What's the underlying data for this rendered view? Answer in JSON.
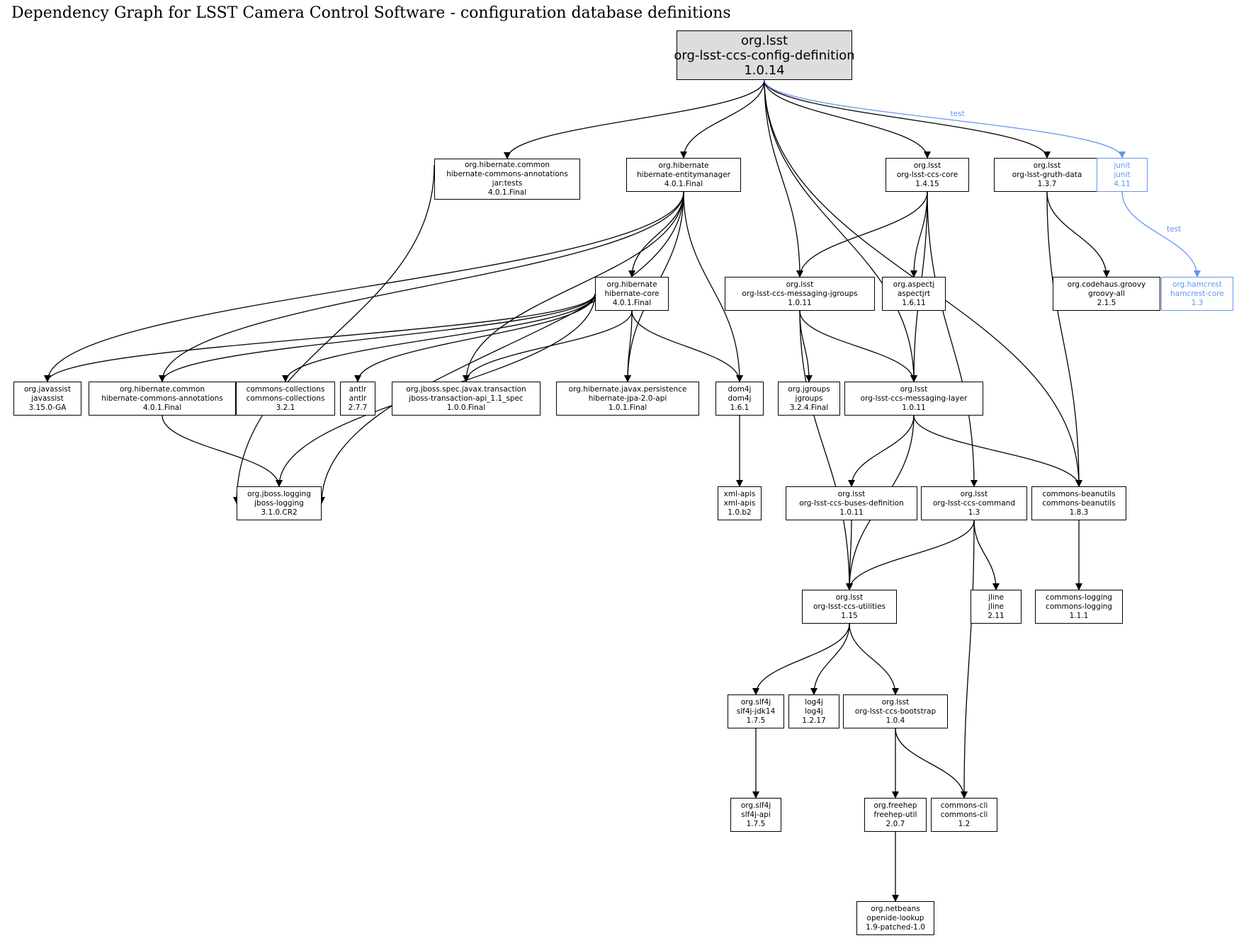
{
  "title": "Dependency Graph for LSST Camera Control Software - configuration database definitions",
  "colors": {
    "edge": "#000000",
    "test_edge": "#6495ed",
    "root_fill": "#dddddd",
    "node_fill": "#ffffff"
  },
  "nodes": [
    {
      "id": "root",
      "group": "org.lsst",
      "artifact": "org-lsst-ccs-config-definition",
      "version": "1.0.14",
      "kind": "root"
    },
    {
      "id": "hca_tests",
      "group": "org.hibernate.common",
      "artifact": "hibernate-commons-annotations",
      "classifier": "jar:tests",
      "version": "4.0.1.Final"
    },
    {
      "id": "hem",
      "group": "org.hibernate",
      "artifact": "hibernate-entitymanager",
      "version": "4.0.1.Final"
    },
    {
      "id": "ccs_core",
      "group": "org.lsst",
      "artifact": "org-lsst-ccs-core",
      "version": "1.4.15"
    },
    {
      "id": "gruth",
      "group": "org.lsst",
      "artifact": "org-lsst-gruth-data",
      "version": "1.3.7"
    },
    {
      "id": "junit",
      "group": "junit",
      "artifact": "junit",
      "version": "4.11",
      "kind": "test"
    },
    {
      "id": "hcore",
      "group": "org.hibernate",
      "artifact": "hibernate-core",
      "version": "4.0.1.Final"
    },
    {
      "id": "msg_jgroups",
      "group": "org.lsst",
      "artifact": "org-lsst-ccs-messaging-jgroups",
      "version": "1.0.11"
    },
    {
      "id": "aspectj",
      "group": "org.aspectj",
      "artifact": "aspectjrt",
      "version": "1.6.11"
    },
    {
      "id": "groovy",
      "group": "org.codehaus.groovy",
      "artifact": "groovy-all",
      "version": "2.1.5"
    },
    {
      "id": "hamcrest",
      "group": "org.hamcrest",
      "artifact": "hamcrest-core",
      "version": "1.3",
      "kind": "test"
    },
    {
      "id": "javassist",
      "group": "org.javassist",
      "artifact": "javassist",
      "version": "3.15.0-GA"
    },
    {
      "id": "hca",
      "group": "org.hibernate.common",
      "artifact": "hibernate-commons-annotations",
      "version": "4.0.1.Final"
    },
    {
      "id": "ccoll",
      "group": "commons-collections",
      "artifact": "commons-collections",
      "version": "3.2.1"
    },
    {
      "id": "antlr",
      "group": "antlr",
      "artifact": "antlr",
      "version": "2.7.7"
    },
    {
      "id": "jta",
      "group": "org.jboss.spec.javax.transaction",
      "artifact": "jboss-transaction-api_1.1_spec",
      "version": "1.0.0.Final"
    },
    {
      "id": "jpa",
      "group": "org.hibernate.javax.persistence",
      "artifact": "hibernate-jpa-2.0-api",
      "version": "1.0.1.Final"
    },
    {
      "id": "dom4j",
      "group": "dom4j",
      "artifact": "dom4j",
      "version": "1.6.1"
    },
    {
      "id": "jgroups",
      "group": "org.jgroups",
      "artifact": "jgroups",
      "version": "3.2.4.Final"
    },
    {
      "id": "msg_layer",
      "group": "org.lsst",
      "artifact": "org-lsst-ccs-messaging-layer",
      "version": "1.0.11"
    },
    {
      "id": "jblog",
      "group": "org.jboss.logging",
      "artifact": "jboss-logging",
      "version": "3.1.0.CR2"
    },
    {
      "id": "xmlapis",
      "group": "xml-apis",
      "artifact": "xml-apis",
      "version": "1.0.b2"
    },
    {
      "id": "buses",
      "group": "org.lsst",
      "artifact": "org-lsst-ccs-buses-definition",
      "version": "1.0.11"
    },
    {
      "id": "command",
      "group": "org.lsst",
      "artifact": "org-lsst-ccs-command",
      "version": "1.3"
    },
    {
      "id": "beanutils",
      "group": "commons-beanutils",
      "artifact": "commons-beanutils",
      "version": "1.8.3"
    },
    {
      "id": "utilities",
      "group": "org.lsst",
      "artifact": "org-lsst-ccs-utilities",
      "version": "1.15"
    },
    {
      "id": "jline",
      "group": "jline",
      "artifact": "jline",
      "version": "2.11"
    },
    {
      "id": "clogging",
      "group": "commons-logging",
      "artifact": "commons-logging",
      "version": "1.1.1"
    },
    {
      "id": "slf4j_jdk14",
      "group": "org.slf4j",
      "artifact": "slf4j-jdk14",
      "version": "1.7.5"
    },
    {
      "id": "log4j",
      "group": "log4j",
      "artifact": "log4j",
      "version": "1.2.17"
    },
    {
      "id": "bootstrap",
      "group": "org.lsst",
      "artifact": "org-lsst-ccs-bootstrap",
      "version": "1.0.4"
    },
    {
      "id": "slf4j_api",
      "group": "org.slf4j",
      "artifact": "slf4j-api",
      "version": "1.7.5"
    },
    {
      "id": "freehep",
      "group": "org.freehep",
      "artifact": "freehep-util",
      "version": "2.0.7"
    },
    {
      "id": "ccli",
      "group": "commons-cli",
      "artifact": "commons-cli",
      "version": "1.2"
    },
    {
      "id": "openide",
      "group": "org.netbeans",
      "artifact": "openide-lookup",
      "version": "1.9-patched-1.0"
    }
  ],
  "edges": [
    {
      "from": "root",
      "to": "hca_tests"
    },
    {
      "from": "root",
      "to": "hem"
    },
    {
      "from": "root",
      "to": "msg_jgroups"
    },
    {
      "from": "root",
      "to": "msg_layer"
    },
    {
      "from": "root",
      "to": "ccs_core"
    },
    {
      "from": "root",
      "to": "beanutils"
    },
    {
      "from": "root",
      "to": "gruth"
    },
    {
      "from": "root",
      "to": "junit",
      "label": "test",
      "kind": "test"
    },
    {
      "from": "junit",
      "to": "hamcrest",
      "label": "test",
      "kind": "test"
    },
    {
      "from": "hca_tests",
      "to": "jblog"
    },
    {
      "from": "hem",
      "to": "hcore"
    },
    {
      "from": "hem",
      "to": "javassist"
    },
    {
      "from": "hem",
      "to": "hca"
    },
    {
      "from": "hem",
      "to": "jta"
    },
    {
      "from": "hem",
      "to": "jpa"
    },
    {
      "from": "hem",
      "to": "dom4j"
    },
    {
      "from": "hem",
      "to": "jblog"
    },
    {
      "from": "hcore",
      "to": "javassist"
    },
    {
      "from": "hcore",
      "to": "hca"
    },
    {
      "from": "hcore",
      "to": "ccoll"
    },
    {
      "from": "hcore",
      "to": "antlr"
    },
    {
      "from": "hcore",
      "to": "jblog"
    },
    {
      "from": "hcore",
      "to": "jta"
    },
    {
      "from": "hcore",
      "to": "jpa"
    },
    {
      "from": "hcore",
      "to": "dom4j"
    },
    {
      "from": "hca",
      "to": "jblog"
    },
    {
      "from": "dom4j",
      "to": "xmlapis"
    },
    {
      "from": "ccs_core",
      "to": "msg_jgroups"
    },
    {
      "from": "ccs_core",
      "to": "aspectj"
    },
    {
      "from": "ccs_core",
      "to": "msg_layer"
    },
    {
      "from": "ccs_core",
      "to": "command"
    },
    {
      "from": "gruth",
      "to": "groovy"
    },
    {
      "from": "gruth",
      "to": "beanutils"
    },
    {
      "from": "msg_jgroups",
      "to": "jgroups"
    },
    {
      "from": "msg_jgroups",
      "to": "msg_layer"
    },
    {
      "from": "msg_jgroups",
      "to": "utilities"
    },
    {
      "from": "msg_layer",
      "to": "buses"
    },
    {
      "from": "msg_layer",
      "to": "utilities"
    },
    {
      "from": "msg_layer",
      "to": "beanutils"
    },
    {
      "from": "buses",
      "to": "utilities"
    },
    {
      "from": "command",
      "to": "utilities"
    },
    {
      "from": "command",
      "to": "jline"
    },
    {
      "from": "command",
      "to": "ccli"
    },
    {
      "from": "beanutils",
      "to": "clogging"
    },
    {
      "from": "utilities",
      "to": "slf4j_jdk14"
    },
    {
      "from": "utilities",
      "to": "log4j"
    },
    {
      "from": "utilities",
      "to": "bootstrap"
    },
    {
      "from": "slf4j_jdk14",
      "to": "slf4j_api"
    },
    {
      "from": "bootstrap",
      "to": "freehep"
    },
    {
      "from": "bootstrap",
      "to": "ccli"
    },
    {
      "from": "freehep",
      "to": "openide"
    }
  ]
}
